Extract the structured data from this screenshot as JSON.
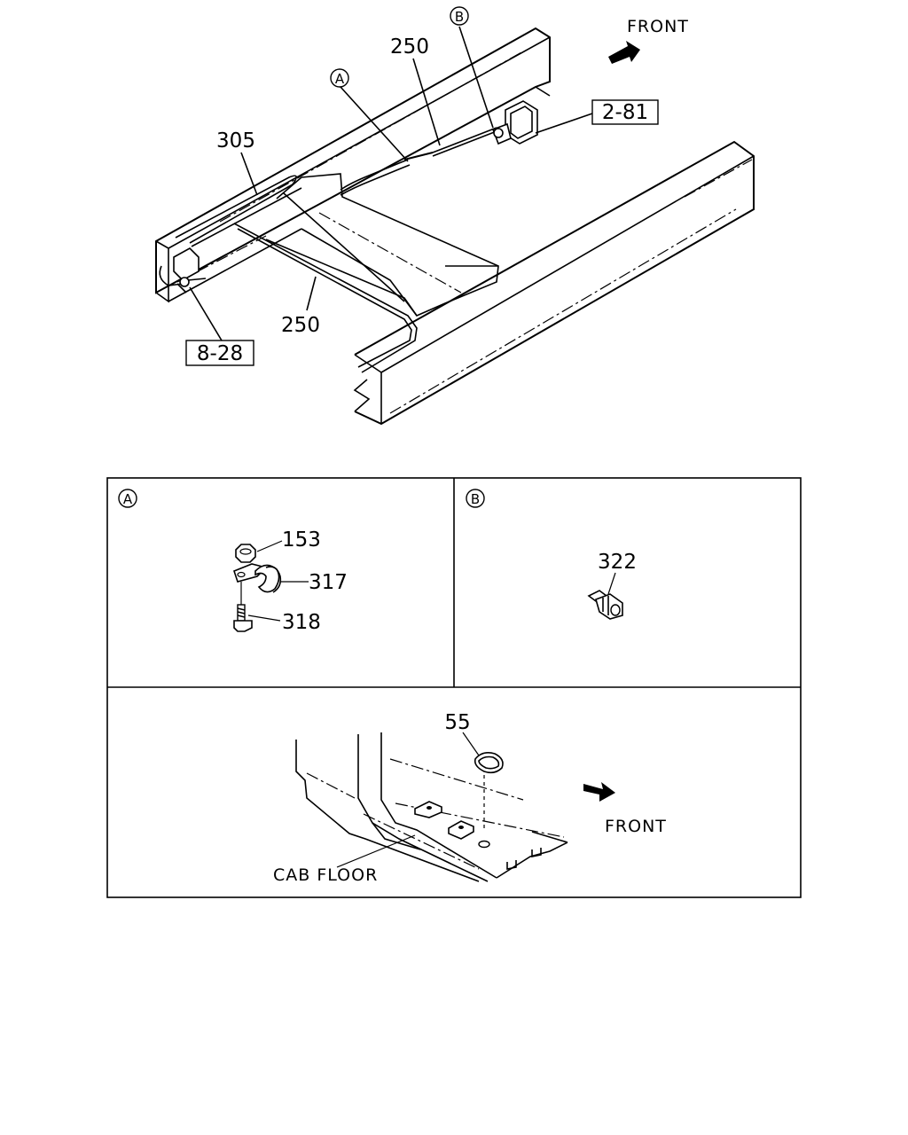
{
  "top": {
    "front_label": "FRONT",
    "callouts": {
      "c250_top": "250",
      "c305": "305",
      "c250_bottom": "250",
      "ref_2_81": "2-81",
      "ref_8_28": "8-28",
      "circle_a": "A",
      "circle_b": "B"
    }
  },
  "panel_a": {
    "marker": "A",
    "parts": {
      "p153": "153",
      "p317": "317",
      "p318": "318"
    }
  },
  "panel_b": {
    "marker": "B",
    "parts": {
      "p322": "322"
    }
  },
  "panel_c": {
    "parts": {
      "p55": "55"
    },
    "front_label": "FRONT",
    "cab_floor_label": "CAB FLOOR"
  }
}
